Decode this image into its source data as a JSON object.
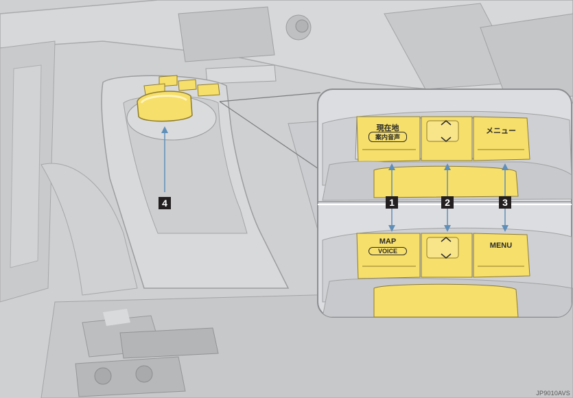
{
  "callouts": {
    "c1": "1",
    "c2": "2",
    "c3": "3",
    "c4": "4"
  },
  "buttons_jp": {
    "map_voice_line1": "現在地",
    "map_voice_line2": "案内音声",
    "menu": "メニュー"
  },
  "buttons_en": {
    "map": "MAP",
    "voice": "VOICE",
    "menu": "MENU"
  },
  "figure_code": "JP9010AVS",
  "colors": {
    "button_yellow": "#f6df6a",
    "background_gray": "#cfd0d2",
    "line_gray": "#9a9b9d",
    "pointer_blue": "#5f8fb8",
    "badge_black": "#231f20"
  }
}
